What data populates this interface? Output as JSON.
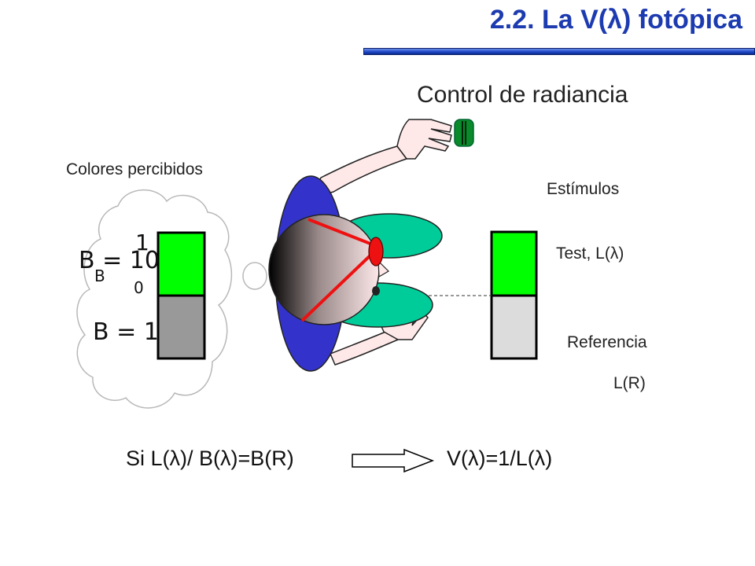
{
  "title": "2.2. La V(λ) fotópica",
  "labels": {
    "control": "Control de radiancia",
    "colores_percibidos": "Colores percibidos",
    "estimulos": "Estímulos",
    "test": "Test, L(λ)",
    "referencia": "Referencia",
    "lr": "L(R)"
  },
  "thought": {
    "b_upper": "B = 10",
    "b_lower": "B = 1",
    "digit": "1"
  },
  "formula": {
    "condition": "Si L(λ)/ B(λ)=B(R)",
    "result": "V(λ)=1/L(λ)"
  },
  "colors": {
    "title": "#1d3bb0",
    "test_green": "#00ff00",
    "reference_gray": "#dcdcdc",
    "perceived_gray": "#999999",
    "body_blue": "#3333cc",
    "knob_green": "#0a8a2a",
    "ellipse_teal": "#00cc99",
    "glasses_red": "#ee1111"
  },
  "icons": [
    "thought-cloud-icon",
    "observer-figure-icon",
    "radiance-knob-icon",
    "implies-arrow-icon"
  ]
}
